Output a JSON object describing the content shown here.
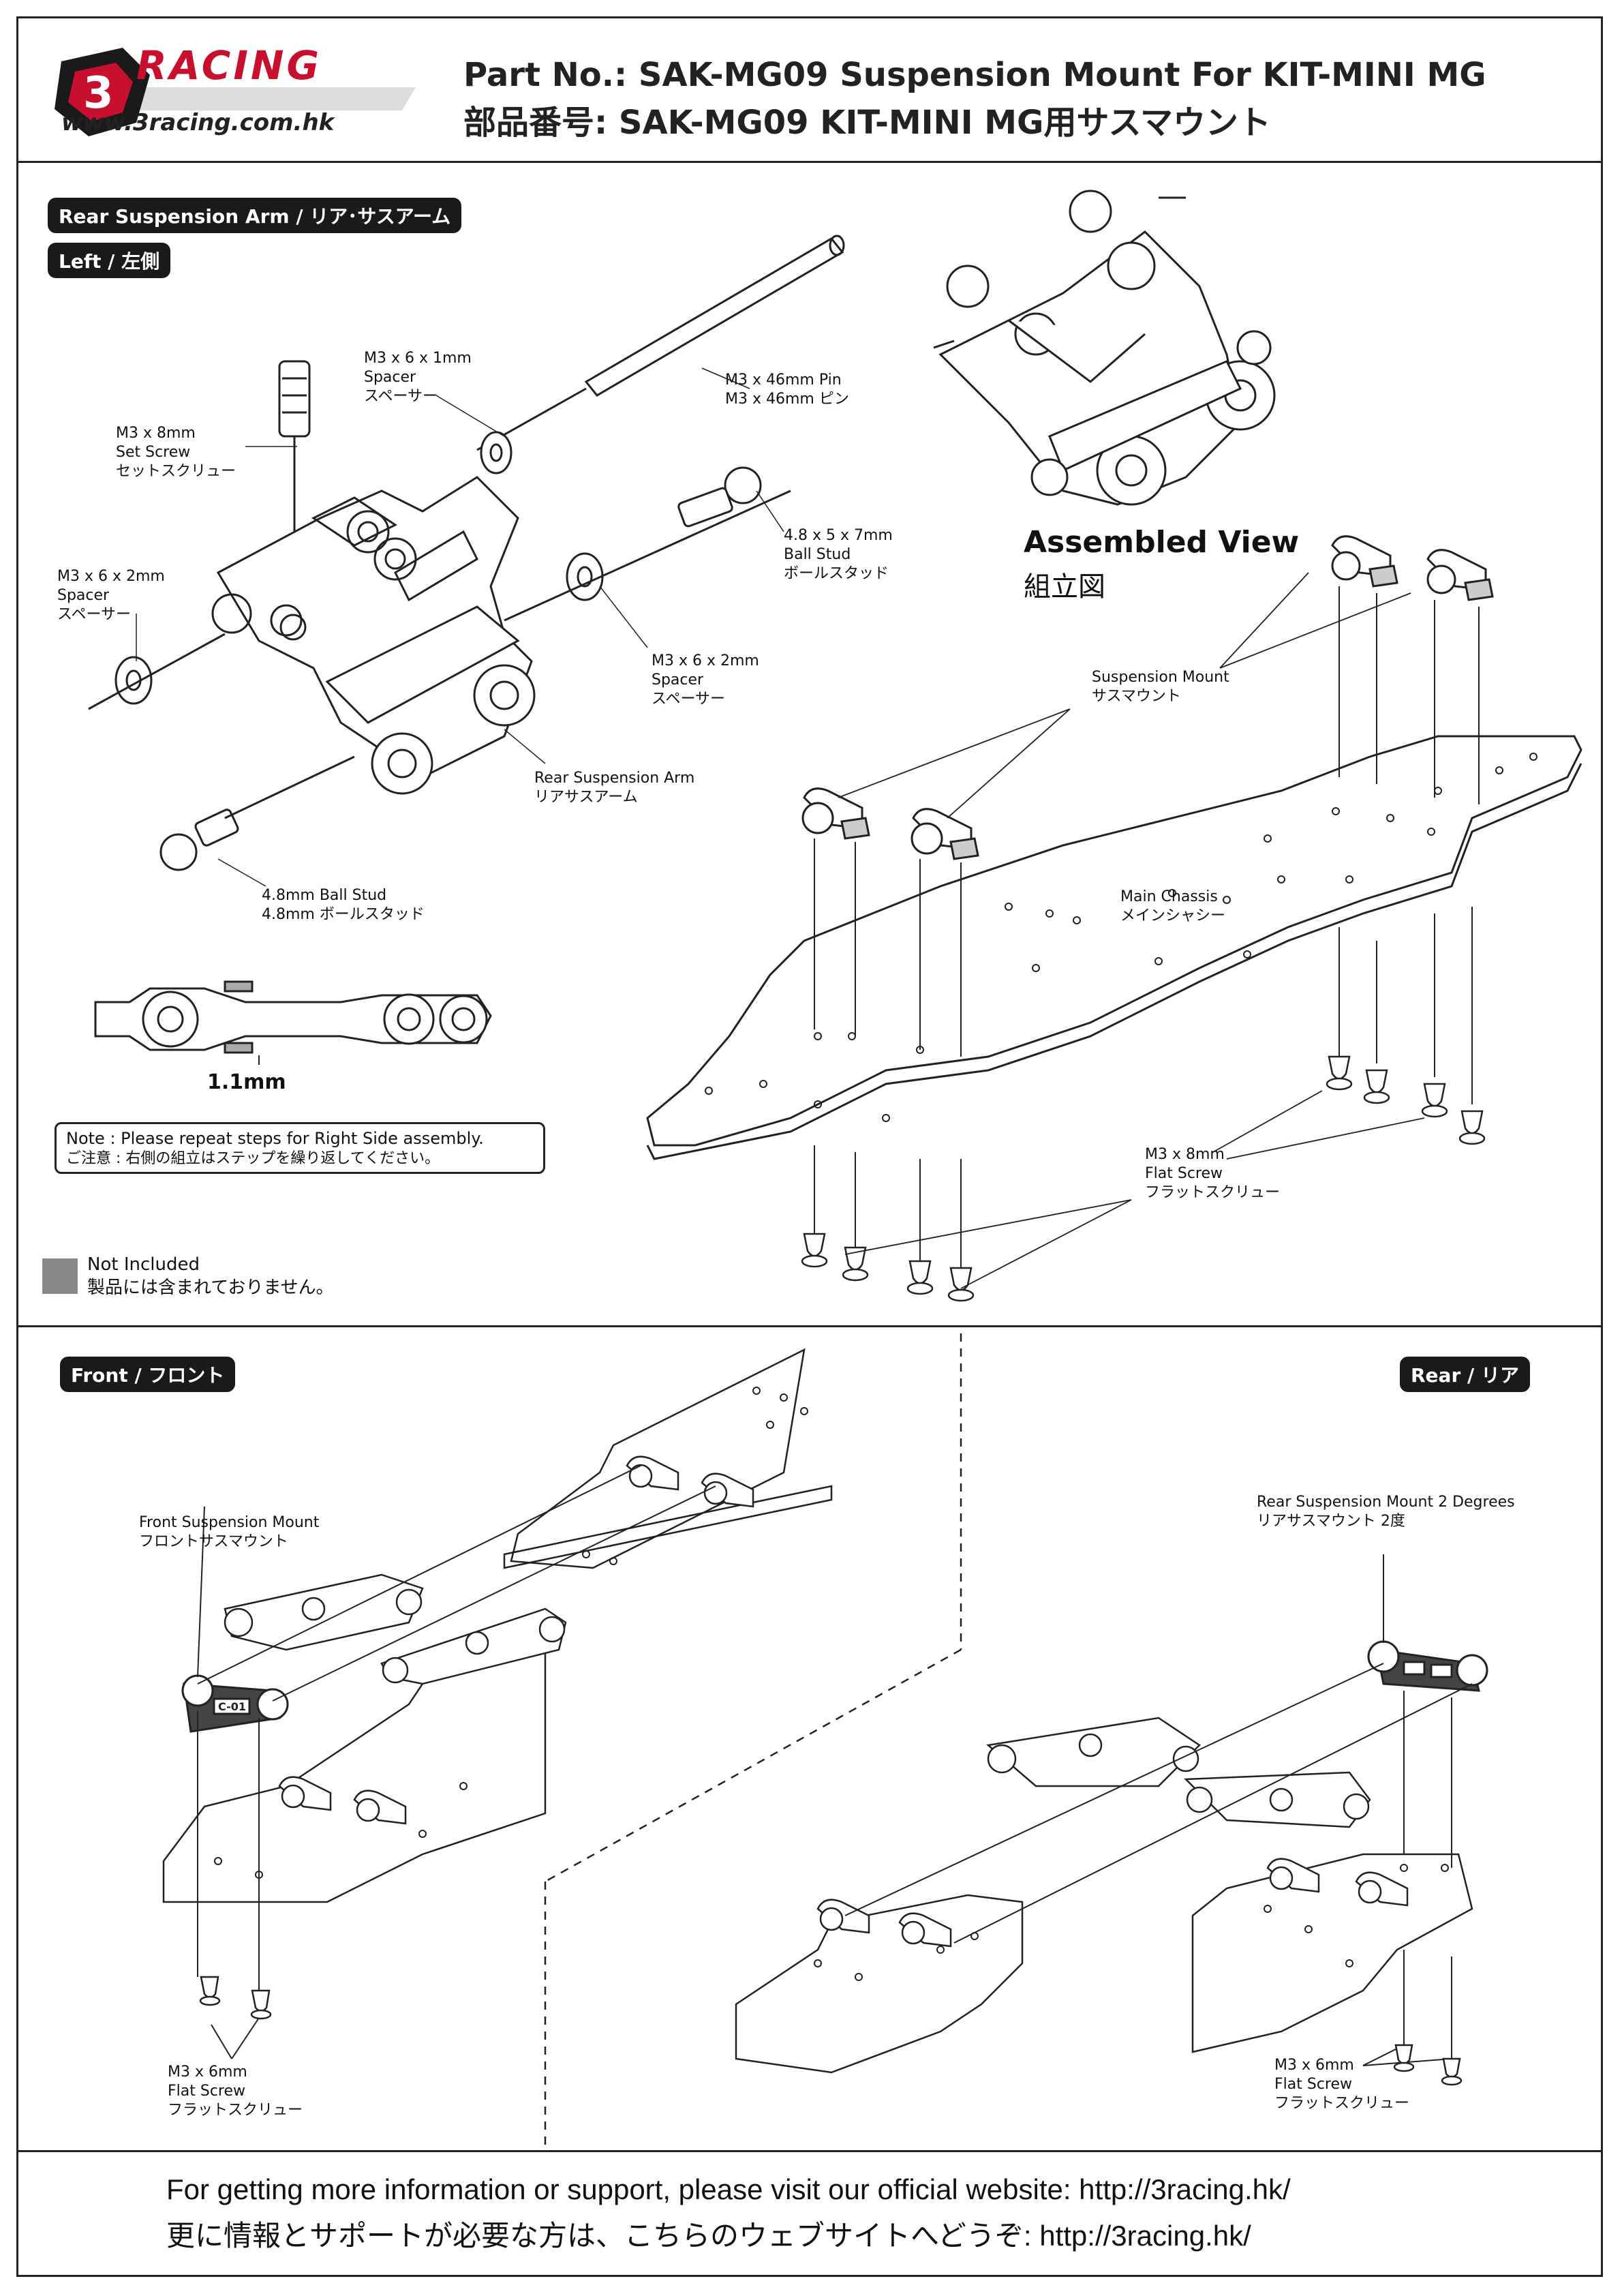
{
  "header": {
    "logo_text": "RACING",
    "logo_url": "www.3racing.com.hk",
    "title_en": "Part No.: SAK-MG09   Suspension Mount For KIT-MINI MG",
    "title_jp": "部品番号: SAK-MG09   KIT-MINI MG用サスマウント"
  },
  "section1": {
    "tag": "Rear Suspension Arm / リア･サスアーム",
    "subtag": "Left / 左側",
    "assembled_en": "Assembled View",
    "assembled_jp": "組立図",
    "dimension": "1.1mm",
    "note_en": "Note : Please repeat steps for Right Side assembly.",
    "note_jp": "ご注意 : 右側の組立はステップを繰り返してください。",
    "legend_en": "Not Included",
    "legend_jp": "製品には含まれておりません。",
    "parts": {
      "set_screw": [
        "M3 x 8mm",
        "Set Screw",
        "セットスクリュー"
      ],
      "spacer_1mm": [
        "M3 x 6 x 1mm",
        "Spacer",
        "スペーサー"
      ],
      "pin": [
        "M3 x 46mm Pin",
        "M3 x 46mm ピン"
      ],
      "ball_stud_457": [
        "4.8 x 5 x 7mm",
        "Ball Stud",
        "ボールスタッド"
      ],
      "spacer_2mm_left": [
        "M3 x 6 x 2mm",
        "Spacer",
        "スペーサー"
      ],
      "spacer_2mm_right": [
        "M3 x 6 x 2mm",
        "Spacer",
        "スペーサー"
      ],
      "rear_arm": [
        "Rear Suspension Arm",
        "リアサスアーム"
      ],
      "ball_stud_48": [
        "4.8mm Ball Stud",
        "4.8mm ボールスタッド"
      ],
      "susp_mount": [
        "Suspension Mount",
        "サスマウント"
      ],
      "main_chassis": [
        "Main Chassis",
        "メインシャシー"
      ],
      "flat_screw_8": [
        "M3 x 8mm",
        "Flat Screw",
        "フラットスクリュー"
      ]
    }
  },
  "section2": {
    "front_tag": "Front / フロント",
    "rear_tag": "Rear / リア",
    "front_mount": [
      "Front Suspension Mount",
      "フロントサスマウント"
    ],
    "rear_mount": [
      "Rear Suspension Mount 2 Degrees",
      "リアサスマウント 2度"
    ],
    "front_screw": [
      "M3 x 6mm",
      "Flat Screw",
      "フラットスクリュー"
    ],
    "rear_screw": [
      "M3 x 6mm",
      "Flat Screw",
      "フラットスクリュー"
    ],
    "front_mount_marking": "C-01"
  },
  "footer": {
    "line_en": "For getting more information or support, please visit our official website: http://3racing.hk/",
    "line_jp": "更に情報とサポートが必要な方は、こちらのウェブサイトへどうぞ: http://3racing.hk/"
  },
  "colors": {
    "brand_red": "#c8102e",
    "ink": "#111111",
    "not_included": "#888888"
  }
}
